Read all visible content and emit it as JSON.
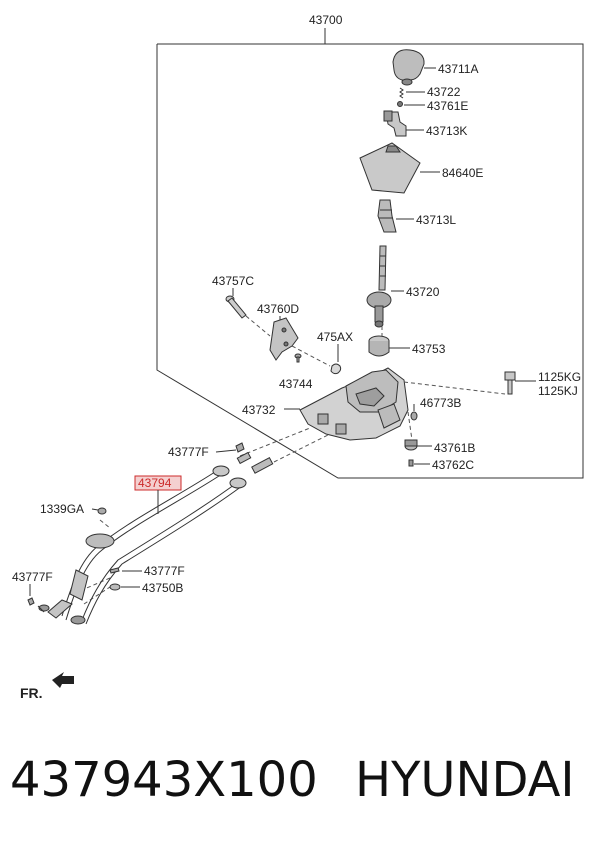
{
  "diagram": {
    "assembly_label": "43700",
    "part_labels": {
      "p43711A": "43711A",
      "p43722": "43722",
      "p43761E": "43761E",
      "p43713K": "43713K",
      "p84640E": "84640E",
      "p43713L": "43713L",
      "p43720": "43720",
      "p43757C": "43757C",
      "p43760D": "43760D",
      "p475AX": "475AX",
      "p43753": "43753",
      "p43744": "43744",
      "p1125KG": "1125KG",
      "p1125KJ": "1125KJ",
      "p43732": "43732",
      "p46773B": "46773B",
      "p43761B": "43761B",
      "p43762C": "43762C",
      "p43777F_top": "43777F",
      "p43794": "43794",
      "p1339GA": "1339GA",
      "p43777F_left": "43777F",
      "p43777F_mid": "43777F",
      "p43750B": "43750B"
    },
    "highlight_color": "#cc2b2b",
    "direction_label": "FR."
  },
  "footer": {
    "part_number": "437943X100",
    "brand": "HYUNDAI"
  }
}
